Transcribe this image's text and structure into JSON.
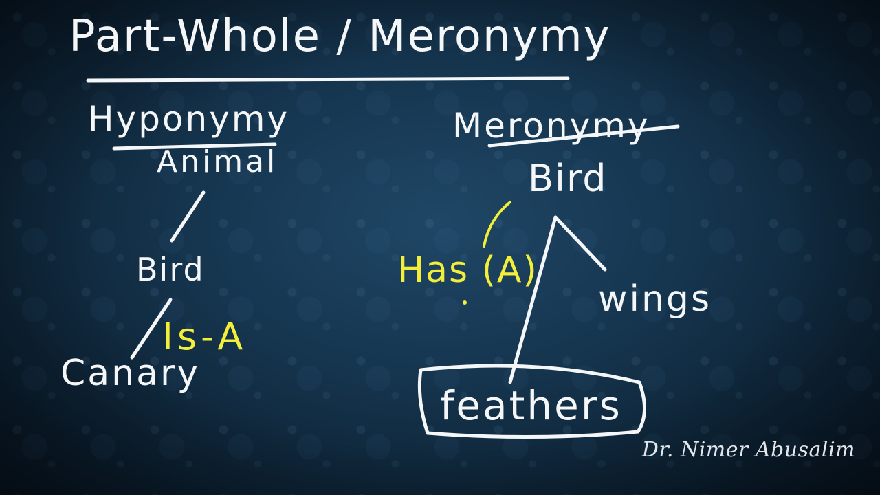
{
  "title": "Part-Whole / Meronymy",
  "hyponymy": {
    "heading": "Hyponymy",
    "top": "Animal",
    "middle": "Bird",
    "bottom": "Canary",
    "relation": "Is-A"
  },
  "meronymy": {
    "heading": "Meronymy",
    "whole": "Bird",
    "relation": "Has (A)",
    "part_left": "feathers",
    "part_right": "wings"
  },
  "signature": "Dr. Nimer Abusalim",
  "colors": {
    "background": "#163650",
    "chalk": "#f4f6f8",
    "highlight": "#f2ee3a"
  }
}
